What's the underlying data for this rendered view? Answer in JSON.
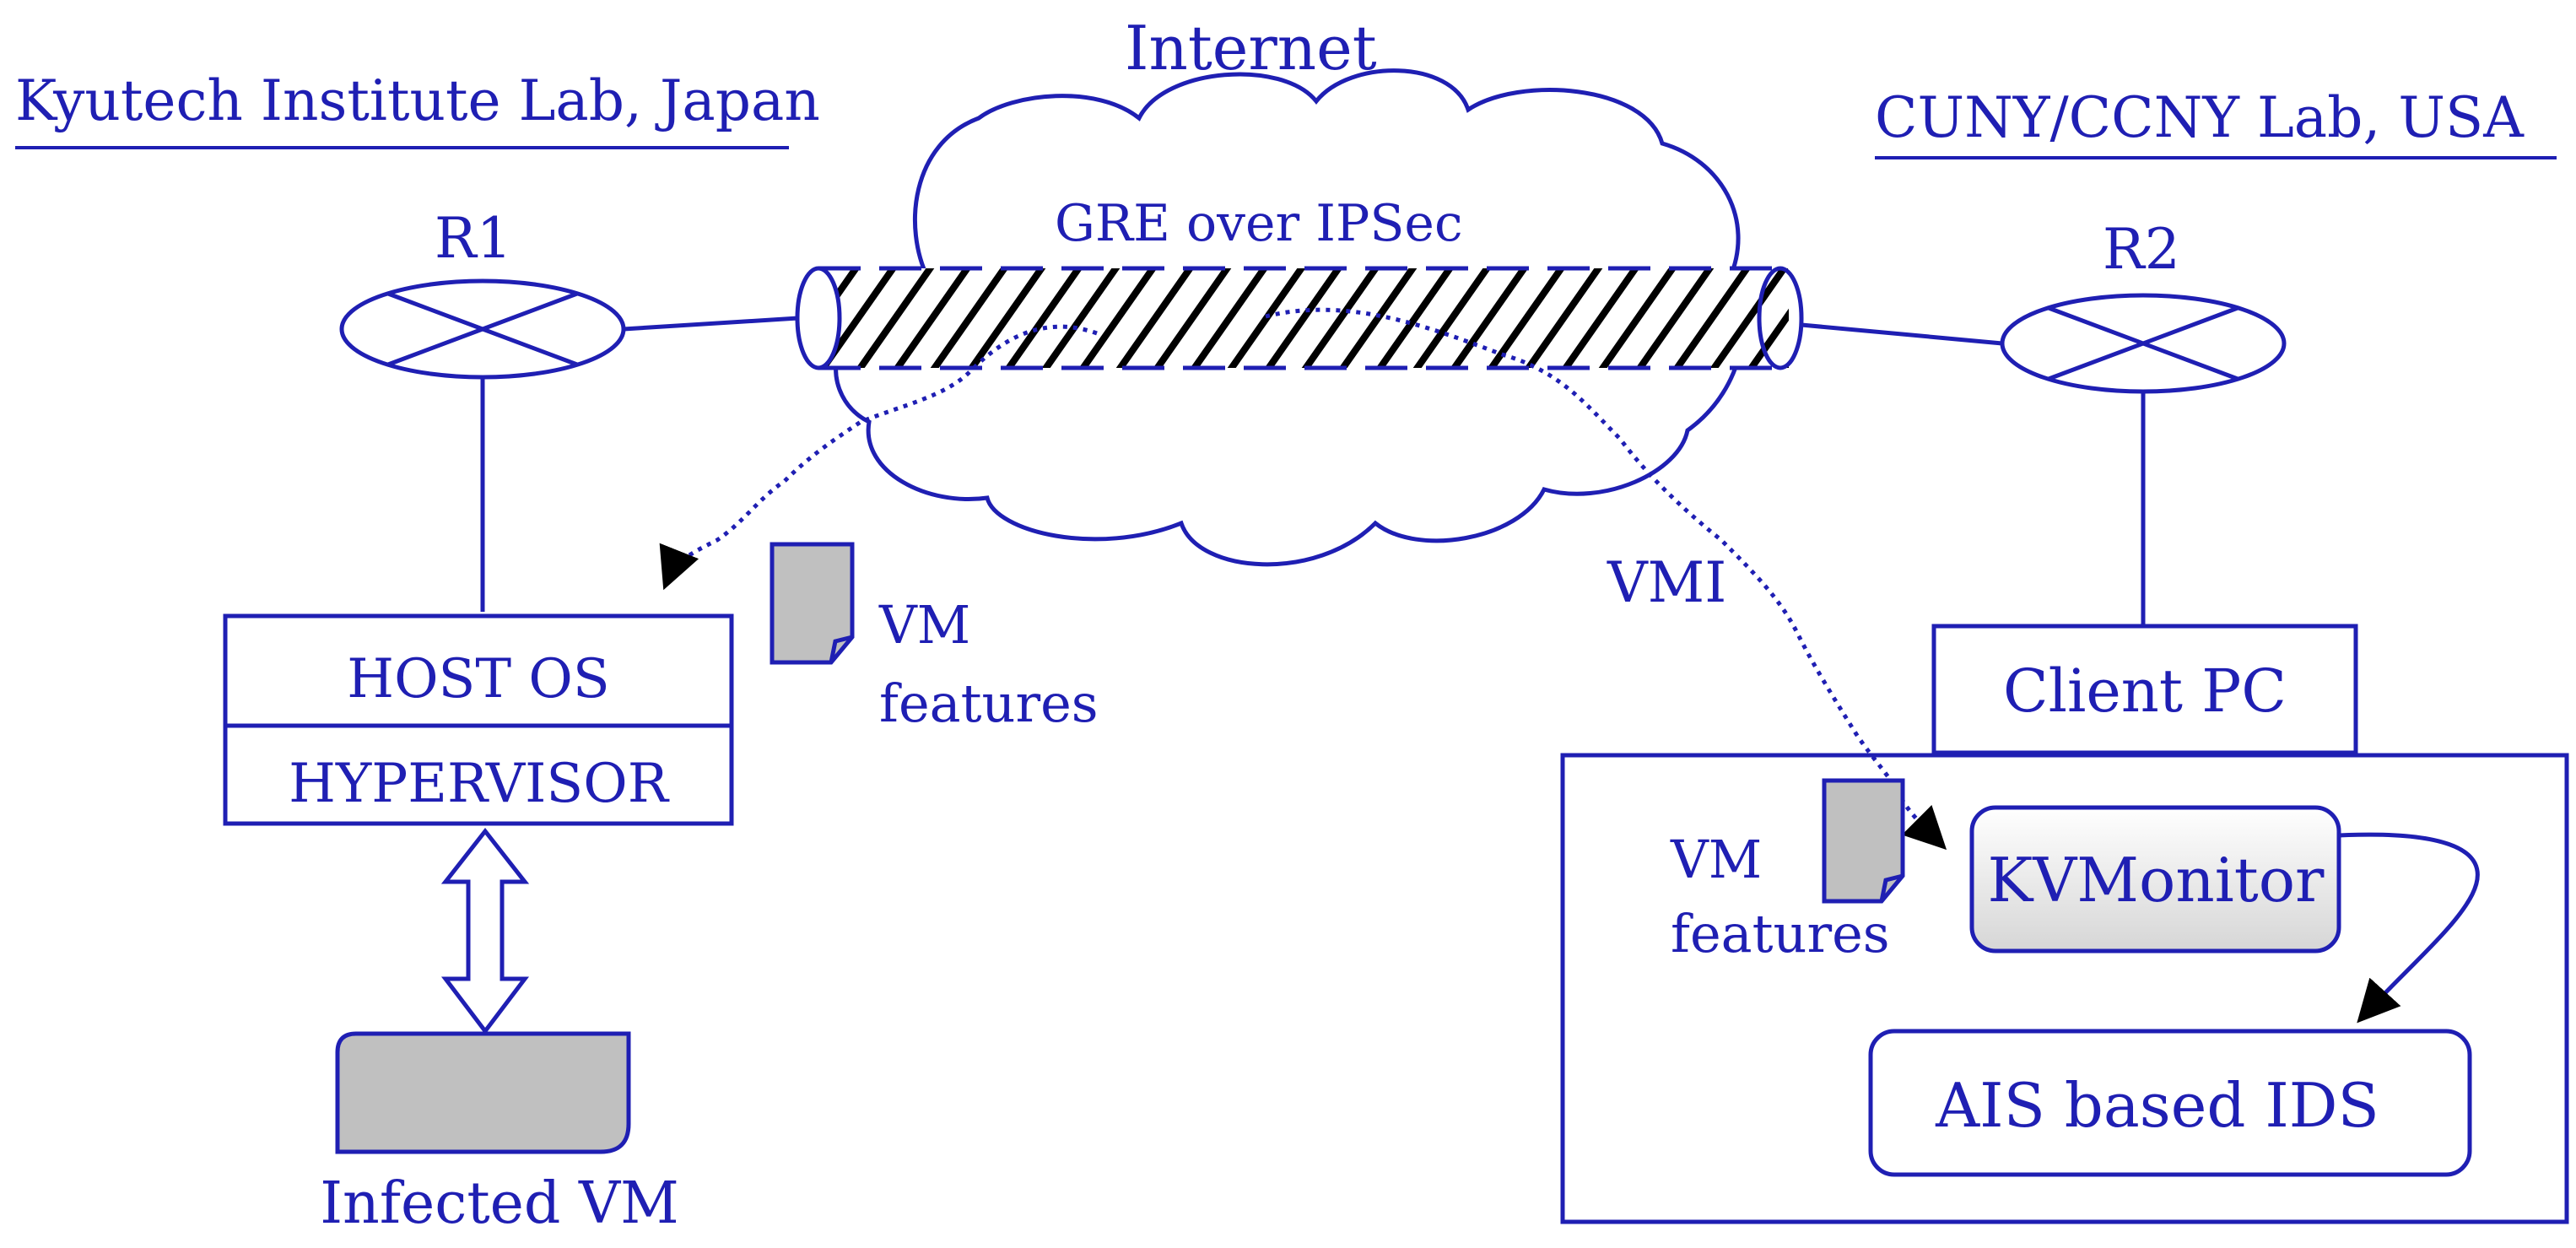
{
  "labels": {
    "left_site": "Kyutech Institute Lab, Japan",
    "right_site": "CUNY/CCNY Lab, USA",
    "cloud": "Internet",
    "tunnel": "GRE over IPSec",
    "router_left": "R1",
    "router_right": "R2",
    "host_os": "HOST OS",
    "hypervisor": "HYPERVISOR",
    "infected_vm": "Infected VM",
    "vm_features_left_line1": "VM",
    "vm_features_left_line2": "features",
    "vmi": "VMI",
    "client_pc": "Client PC",
    "vm_features_right_line1": "VM",
    "vm_features_right_line2": "features",
    "kvmonitor": "KVMonitor",
    "ids": "AIS based IDS"
  },
  "colors": {
    "line": "#1f1fb3",
    "gray_fill": "#c0c0c0",
    "background": "#ffffff"
  }
}
